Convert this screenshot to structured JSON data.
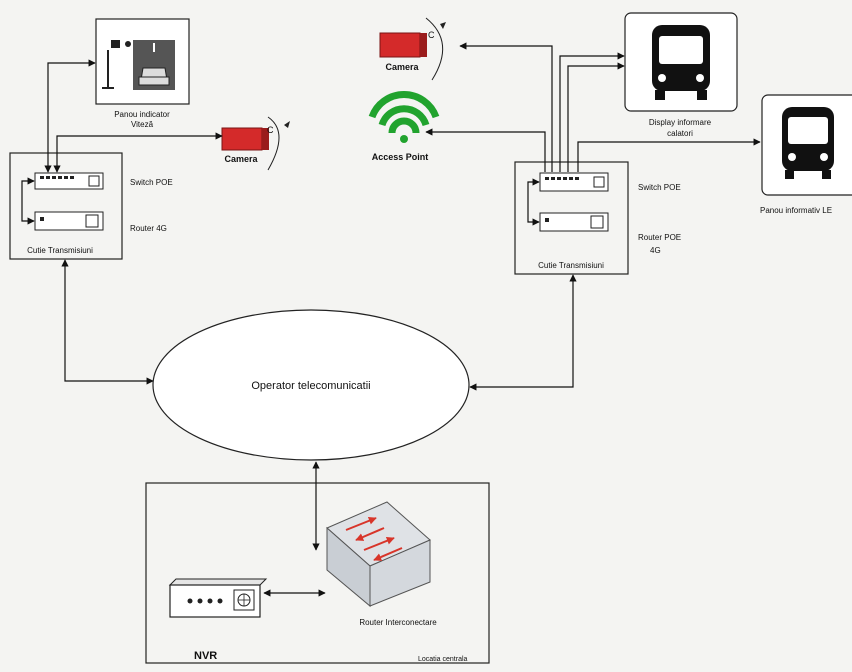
{
  "nodes": {
    "speed_panel": {
      "line1": "Panou indicator",
      "line2": "Viteză"
    },
    "camera_left": {
      "label": "Camera",
      "tag": "C"
    },
    "camera_top": {
      "label": "Camera",
      "tag": "C"
    },
    "access_point": {
      "label": "Access Point"
    },
    "passenger_display": {
      "line1": "Display informare",
      "line2": "calatori"
    },
    "led_panel": {
      "label": "Panou informativ LE"
    },
    "left_box": {
      "label": "Cutie Transmisiuni",
      "switch": "Switch POE",
      "router": "Router 4G"
    },
    "right_box": {
      "label": "Cutie Transmisiuni",
      "switch": "Switch POE",
      "router_line1": "Router POE",
      "router_line2": "4G"
    },
    "operator": {
      "label": "Operator telecomunicatii"
    },
    "central": {
      "nvr": "NVR",
      "router": "Router Interconectare",
      "location": "Locatia centrala"
    }
  },
  "colors": {
    "camera": "#d42a2a",
    "wifi": "#21a32e",
    "router_top": "#dfe2e6",
    "arrow_red": "#d8352a",
    "line": "#111111"
  },
  "icons": [
    "camera-icon",
    "wifi-icon",
    "bus-icon",
    "switch-icon",
    "router-icon",
    "nvr-icon",
    "traffic-sign-icon"
  ]
}
